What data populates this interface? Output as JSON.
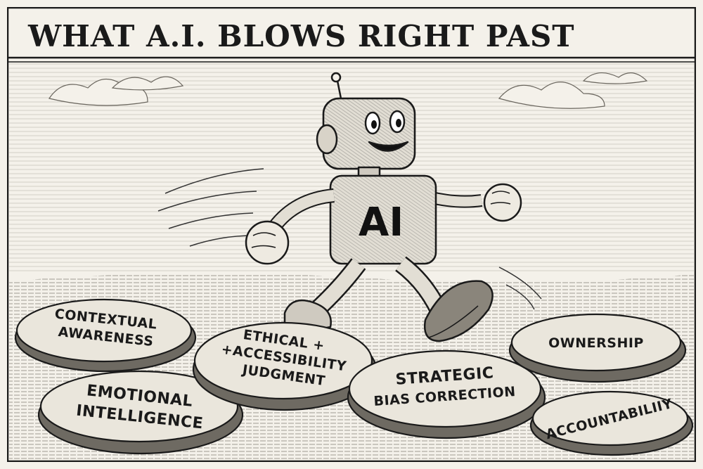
{
  "title": "WHAT A.I. BLOWS RIGHT PAST",
  "robot_chest_label": "AI",
  "stones": {
    "contextual_line1": "CONTEXTUAL",
    "contextual_line2": "AWARENESS",
    "emotional_line1": "EMOTIONAL",
    "emotional_line2": "INTELLIGENCE",
    "ethical_line1": "ETHICAL +",
    "ethical_line2": "+ACCESSIBILITY",
    "ethical_line3": "JUDGMENT",
    "strategic_line1": "STRATEGIC",
    "strategic_line2": "BIAS CORRECTION",
    "ownership": "OWNERSHIP",
    "accountability": "ACCOUNTABILIIY"
  },
  "colors": {
    "ink": "#1a1a1a",
    "paper": "#f4f1ea",
    "stone": "#eae6dc",
    "shadow": "#8a8680"
  }
}
